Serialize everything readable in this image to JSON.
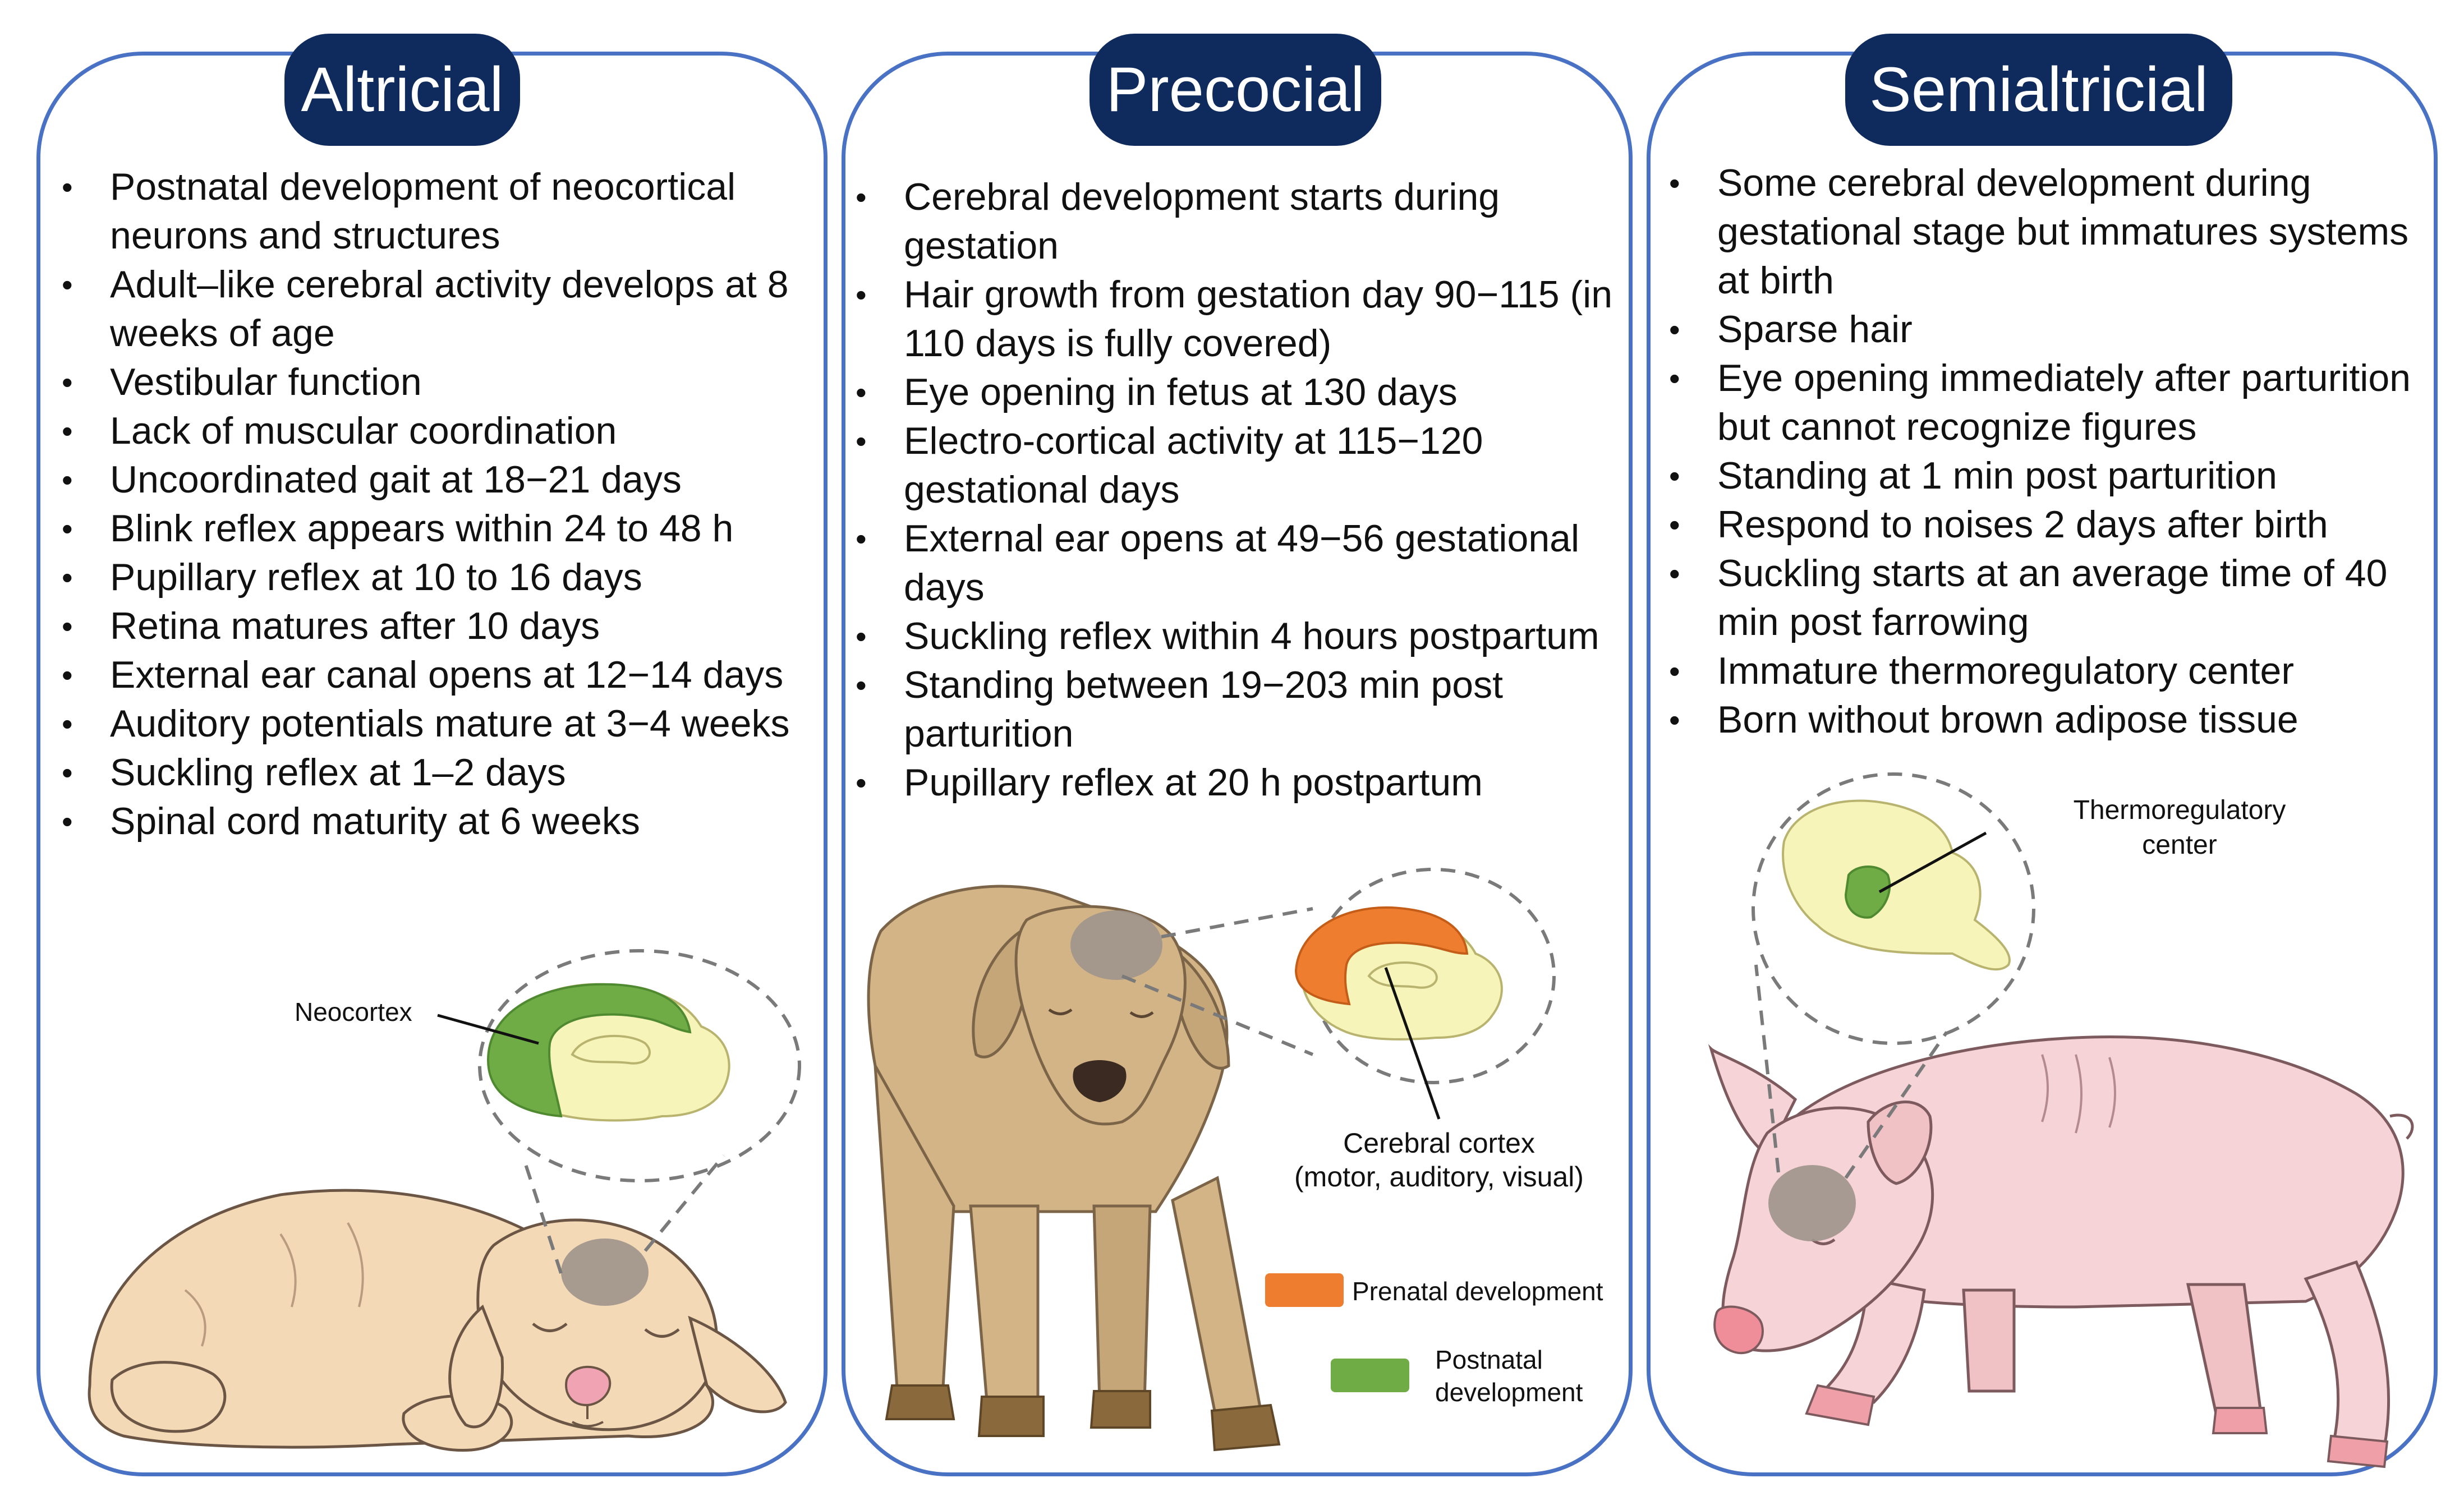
{
  "panels": {
    "altricial": {
      "title": "Altricial",
      "facts": [
        "Postnatal development of neocortical neurons and structures",
        "Adult–like cerebral activity develops at 8 weeks of age",
        "Vestibular function",
        "Lack of muscular coordination",
        "Uncoordinated gait at 18−21 days",
        "Blink reflex appears within 24 to 48 h",
        "Pupillary reflex at 10 to 16 days",
        "Retina matures after 10 days",
        "External ear canal opens at 12−14 days",
        "Auditory potentials mature at 3−4 weeks",
        "Suckling reflex at 1–2 days",
        "Spinal cord maturity at 6 weeks"
      ],
      "brain_label": "Neocortex"
    },
    "precocial": {
      "title": "Precocial",
      "facts": [
        "Cerebral development starts during gestation",
        "Hair growth from gestation day 90−115 (in 110 days is fully covered)",
        "Eye opening in fetus at 130 days",
        "Electro-cortical activity at 115−120 gestational days",
        "External ear opens at 49−56 gestational days",
        "Suckling reflex within 4 hours postpartum",
        "Standing between 19−203 min post parturition",
        "Pupillary reflex at 20 h postpartum"
      ],
      "brain_label_line1": "Cerebral cortex",
      "brain_label_line2": "(motor, auditory, visual)"
    },
    "semialtricial": {
      "title": "Semialtricial",
      "facts": [
        "Some cerebral development during gestational stage but immatures systems at birth",
        "Sparse hair",
        "Eye opening immediately after parturition but cannot recognize figures",
        "Standing at 1 min post parturition",
        "Respond to noises 2 days after birth",
        "Suckling starts at an average time of 40 min post farrowing",
        "Immature thermoregulatory center",
        "Born without brown adipose tissue"
      ],
      "brain_label_line1": "Thermoregulatory",
      "brain_label_line2": "center"
    }
  },
  "legend": {
    "prenatal": "Prenatal development",
    "postnatal_line1": "Postnatal",
    "postnatal_line2": "development"
  },
  "colors": {
    "panel_border": "#4a72c4",
    "badge_fill": "#0f2a5c",
    "prenatal": "#ef7d2f",
    "postnatal": "#6fac46",
    "brain": "#f6f4b8",
    "puppy": "#f4d9b6",
    "goat": "#d3b486",
    "piglet": "#f6d3d6"
  }
}
